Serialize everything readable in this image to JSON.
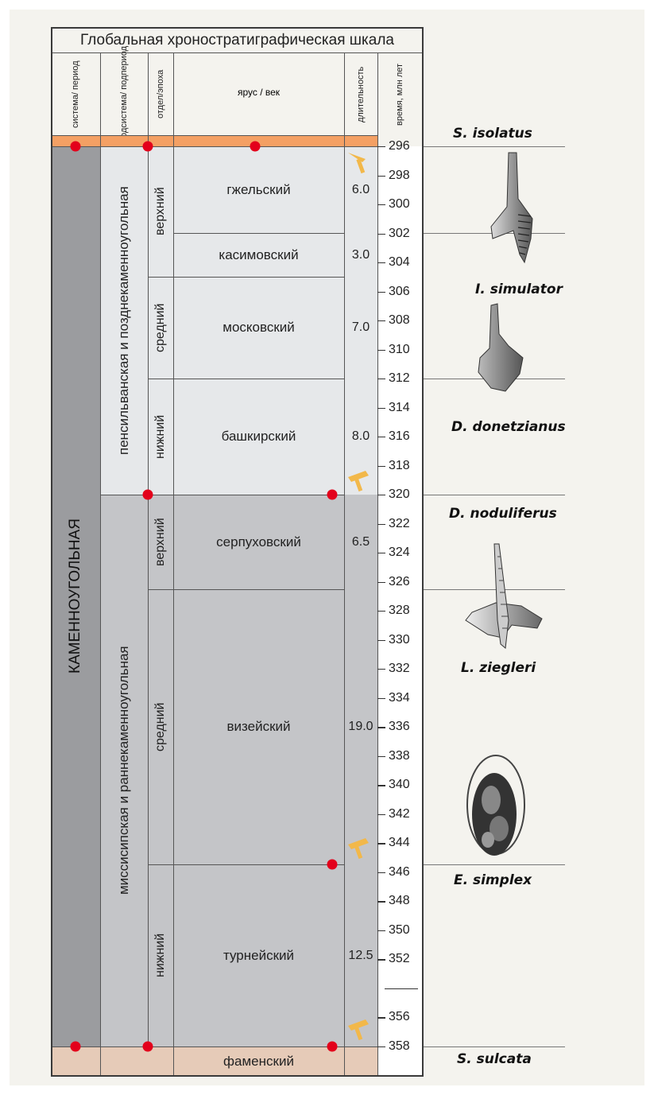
{
  "title": "Глобальная хроностратиграфическая шкала",
  "headers": {
    "system": "система/ период",
    "subsystem": "подсистема/ подпериод",
    "series": "отдел/эпоха",
    "stage": "ярус / век",
    "duration": "длительность",
    "time": "время, млн лет"
  },
  "system_name": "КАМЕННОУГОЛЬНАЯ",
  "subsystems": {
    "upper": "пенсильванская и позднекаменноугольная",
    "lower": "миссисипская и раннекаменноугольная"
  },
  "series": [
    {
      "label": "верхний",
      "top": 296,
      "bottom": 306
    },
    {
      "label": "средний",
      "top": 306,
      "bottom": 313
    },
    {
      "label": "нижний",
      "top": 313,
      "bottom": 320
    },
    {
      "label": "верхний",
      "top": 320,
      "bottom": 326.5
    },
    {
      "label": "средний",
      "top": 326.5,
      "bottom": 345.5
    },
    {
      "label": "нижний",
      "top": 345.5,
      "bottom": 358
    }
  ],
  "stages": [
    {
      "name": "гжельский",
      "duration": "6.0",
      "top": 296,
      "bottom": 302
    },
    {
      "name": "касимовский",
      "duration": "3.0",
      "top": 302,
      "bottom": 305
    },
    {
      "name": "московский",
      "duration": "7.0",
      "top": 305,
      "bottom": 312
    },
    {
      "name": "башкирский",
      "duration": "8.0",
      "top": 312,
      "bottom": 320
    },
    {
      "name": "серпуховский",
      "duration": "6.5",
      "top": 320,
      "bottom": 326.5
    },
    {
      "name": "визейский",
      "duration": "19.0",
      "top": 326.5,
      "bottom": 345.5
    },
    {
      "name": "турнейский",
      "duration": "12.5",
      "top": 345.5,
      "bottom": 358
    }
  ],
  "below_stage": "фаменский",
  "ticks": [
    "296",
    "298",
    "300",
    "302",
    "304",
    "306",
    "308",
    "310",
    "312",
    "314",
    "316",
    "318",
    "320",
    "322",
    "324",
    "326",
    "328",
    "330",
    "332",
    "334",
    "336",
    "338",
    "340",
    "342",
    "344",
    "346",
    "348",
    "350",
    "352",
    "",
    "356",
    "358"
  ],
  "species": [
    {
      "name": "S. isolatus",
      "age": 296
    },
    {
      "name": "I. simulator",
      "age": 306
    },
    {
      "name": "D. donetzianus",
      "age": 316
    },
    {
      "name": "D. noduliferus",
      "age": 321
    },
    {
      "name": "L. ziegleri",
      "age": 332
    },
    {
      "name": "E. simplex",
      "age": 346.5
    },
    {
      "name": "S. sulcata",
      "age": 359
    }
  ],
  "colors": {
    "permian": "#f4a064",
    "devonian": "#e6cbb8",
    "system": "#9b9c9f",
    "upper_sub": "#e6e8ea",
    "lower_sub": "#c4c5c8",
    "gssp": "#e3001b",
    "spike": "#f2b84a"
  }
}
